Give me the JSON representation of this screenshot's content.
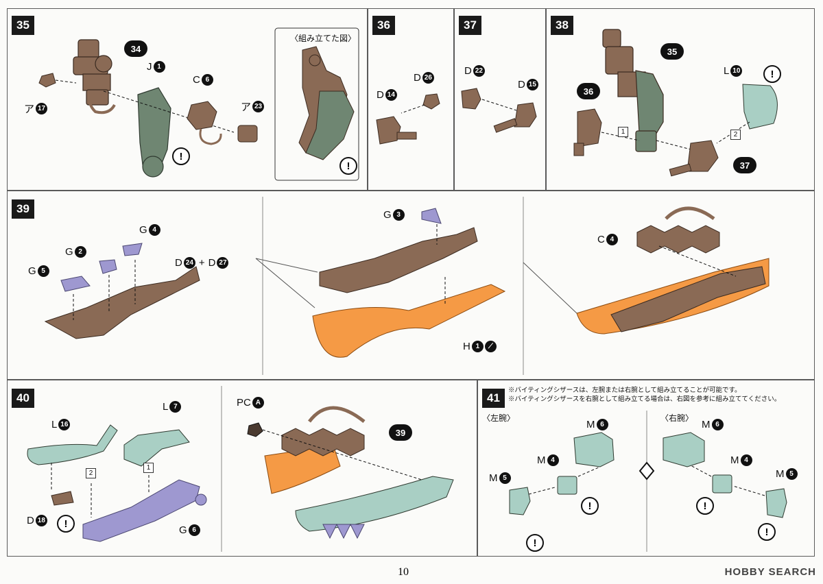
{
  "steps": {
    "s35": {
      "number": "35",
      "inset_title": "〈組み立てた図〉",
      "labels": {
        "a17": [
          "ア",
          "17"
        ],
        "j1": [
          "J",
          "1"
        ],
        "c6": [
          "C",
          "6"
        ],
        "a23": [
          "ア",
          "23"
        ],
        "ref34": "34"
      }
    },
    "s36": {
      "number": "36",
      "labels": {
        "d26": [
          "D",
          "26"
        ],
        "d14": [
          "D",
          "14"
        ]
      }
    },
    "s37": {
      "number": "37",
      "labels": {
        "d22": [
          "D",
          "22"
        ],
        "d15": [
          "D",
          "15"
        ]
      }
    },
    "s38": {
      "number": "38",
      "labels": {
        "ref35": "35",
        "ref36": "36",
        "ref37": "37",
        "l10": [
          "L",
          "10"
        ],
        "order1": "1",
        "order2": "2"
      }
    },
    "s39": {
      "number": "39",
      "labels": {
        "g2": [
          "G",
          "2"
        ],
        "g4": [
          "G",
          "4"
        ],
        "g5": [
          "G",
          "5"
        ],
        "d24": [
          "D",
          "24"
        ],
        "plus": "+",
        "d27": [
          "D",
          "27"
        ],
        "g3": [
          "G",
          "3"
        ],
        "h1": [
          "H",
          "1"
        ],
        "c4": [
          "C",
          "4"
        ]
      }
    },
    "s40": {
      "number": "40",
      "labels": {
        "l16": [
          "L",
          "16"
        ],
        "l7": [
          "L",
          "7"
        ],
        "order2": "2",
        "order1": "1",
        "d18": [
          "D",
          "18"
        ],
        "g6": [
          "G",
          "6"
        ],
        "pca": [
          "PC",
          "A"
        ],
        "ref39": "39"
      }
    },
    "s41": {
      "number": "41",
      "note1": "※バイティングシザースは、左腕または右腕として組み立てることが可能です。",
      "note2": "※バイティングシザースを右腕として組み立てる場合は、右図を参考に組み立ててください。",
      "left_title": "〈左腕〉",
      "right_title": "〈右腕〉",
      "labels": {
        "m6": [
          "M",
          "6"
        ],
        "m4": [
          "M",
          "4"
        ],
        "m5": [
          "M",
          "5"
        ]
      }
    }
  },
  "warning_mark": "!",
  "page_number": "10",
  "watermark": "HOBBY SEARCH",
  "colors": {
    "brown": "#8a6a55",
    "green": "#6f8672",
    "teal": "#a9cfc4",
    "lavender": "#9e98d0",
    "orange": "#f59a45",
    "frame": "#5a5a5a"
  }
}
